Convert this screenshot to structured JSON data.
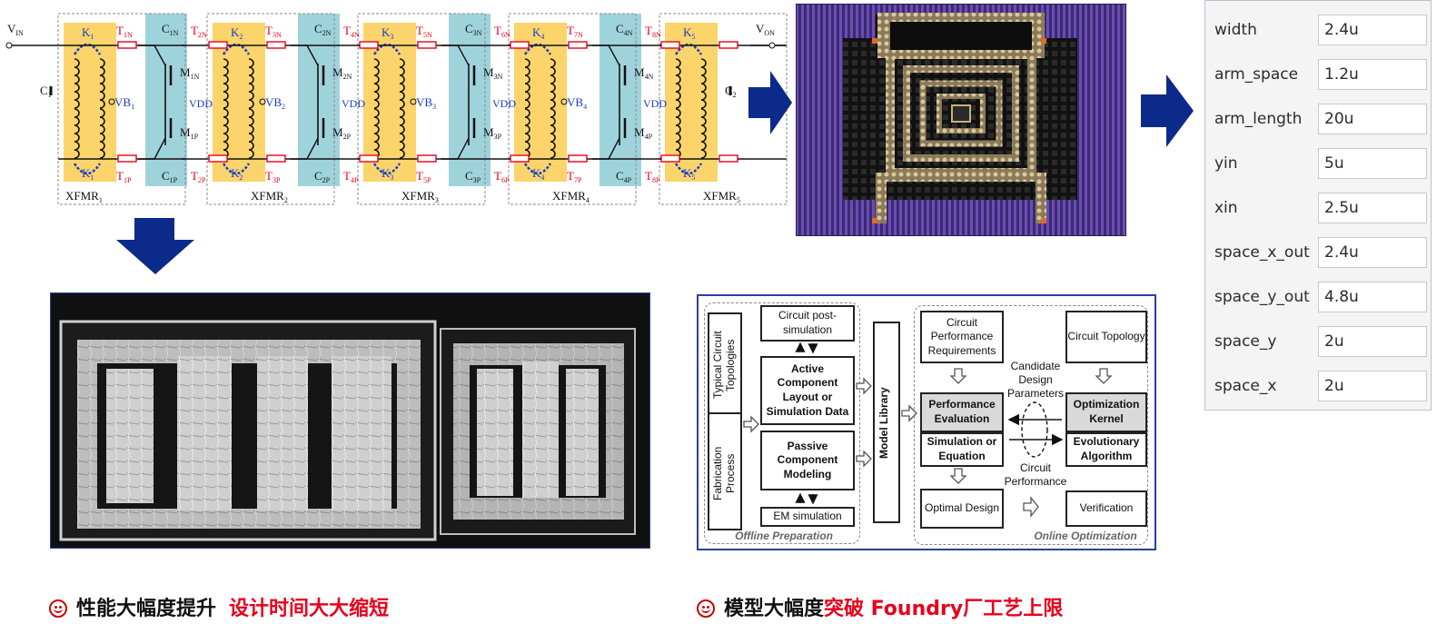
{
  "schematic": {
    "vin": "V",
    "vin_sub": "IN",
    "von": "V",
    "von_sub": "ON",
    "c1": "C",
    "c1_sub": "1",
    "c2": "C",
    "c2_sub": "2",
    "xfmr_labels": [
      {
        "t": "XFMR",
        "s": "1"
      },
      {
        "t": "XFMR",
        "s": "2"
      },
      {
        "t": "XFMR",
        "s": "3"
      },
      {
        "t": "XFMR",
        "s": "4"
      },
      {
        "t": "XFMR",
        "s": "5"
      }
    ],
    "k_labels": [
      {
        "t": "K",
        "s": "1"
      },
      {
        "t": "K",
        "s": "2"
      },
      {
        "t": "K",
        "s": "3"
      },
      {
        "t": "K",
        "s": "4"
      },
      {
        "t": "K",
        "s": "5"
      }
    ],
    "vb_labels": [
      {
        "t": "VB",
        "s": "1"
      },
      {
        "t": "VB",
        "s": "2"
      },
      {
        "t": "VB",
        "s": "3"
      },
      {
        "t": "VB",
        "s": "4"
      }
    ],
    "vdd_label": "VDD",
    "t_top": [
      {
        "t": "T",
        "s": "1N"
      },
      {
        "t": "T",
        "s": "2N"
      },
      {
        "t": "T",
        "s": "3N"
      },
      {
        "t": "T",
        "s": "4N"
      },
      {
        "t": "T",
        "s": "5N"
      },
      {
        "t": "T",
        "s": "6N"
      },
      {
        "t": "T",
        "s": "7N"
      },
      {
        "t": "T",
        "s": "8N"
      }
    ],
    "t_bot": [
      {
        "t": "T",
        "s": "1P"
      },
      {
        "t": "T",
        "s": "2P"
      },
      {
        "t": "T",
        "s": "3P"
      },
      {
        "t": "T",
        "s": "4P"
      },
      {
        "t": "T",
        "s": "5P"
      },
      {
        "t": "T",
        "s": "6P"
      },
      {
        "t": "T",
        "s": "7P"
      },
      {
        "t": "T",
        "s": "8P"
      }
    ],
    "c_top": [
      {
        "t": "C",
        "s": "1N"
      },
      {
        "t": "C",
        "s": "2N"
      },
      {
        "t": "C",
        "s": "3N"
      },
      {
        "t": "C",
        "s": "4N"
      }
    ],
    "c_bot": [
      {
        "t": "C",
        "s": "1P"
      },
      {
        "t": "C",
        "s": "2P"
      },
      {
        "t": "C",
        "s": "3P"
      },
      {
        "t": "C",
        "s": "4P"
      }
    ],
    "m_top": [
      {
        "t": "M",
        "s": "1N"
      },
      {
        "t": "M",
        "s": "2N"
      },
      {
        "t": "M",
        "s": "3N"
      },
      {
        "t": "M",
        "s": "4N"
      }
    ],
    "m_bot": [
      {
        "t": "M",
        "s": "1P"
      },
      {
        "t": "M",
        "s": "2P"
      },
      {
        "t": "M",
        "s": "3P"
      },
      {
        "t": "M",
        "s": "4P"
      }
    ]
  },
  "params": [
    {
      "name": "width",
      "value": "2.4u"
    },
    {
      "name": "arm_space",
      "value": "1.2u"
    },
    {
      "name": "arm_length",
      "value": "20u"
    },
    {
      "name": "yin",
      "value": "5u"
    },
    {
      "name": "xin",
      "value": "2.5u"
    },
    {
      "name": "space_x_out",
      "value": "2.4u"
    },
    {
      "name": "space_y_out",
      "value": "4.8u"
    },
    {
      "name": "space_y",
      "value": "2u"
    },
    {
      "name": "space_x",
      "value": "2u"
    }
  ],
  "flow": {
    "left_top_vertical": "Typical Circuit Topologies",
    "left_bottom_vertical": "Fabrication Process",
    "circuit_post_sim": "Circuit post-simulation",
    "active_component": "Active Component Layout or Simulation Data",
    "passive_component": "Passive Component Modeling",
    "em_simulation": "EM simulation",
    "model_library": "Model Library",
    "offline_label": "Offline Preparation",
    "online_label": "Online Optimization",
    "perf_requirements": "Circuit Performance Requirements",
    "circuit_topology": "Circuit Topology",
    "perf_eval": "Performance Evaluation",
    "sim_or_eq": "Simulation or Equation",
    "opt_kernel": "Optimization Kernel",
    "evo_alg": "Evolutionary Algorithm",
    "candidate_params": "Candidate Design Parameters",
    "circuit_performance": "Circuit Performance",
    "optimal_design": "Optimal Design",
    "verification": "Verification"
  },
  "captions": {
    "left_black": "性能大幅度提升",
    "left_red": "设计时间大大缩短",
    "right_black": "模型大幅度",
    "right_red": "突破 Foundry厂工艺上限"
  },
  "colors": {
    "accent_red": "#e8001c",
    "arrow_blue": "#0b2a8a",
    "label_blue": "#1a3cc8",
    "xfmr_fill": "#fbd56b",
    "cap_fill": "#9fd3dc",
    "flow_border": "#2a3f9e"
  }
}
